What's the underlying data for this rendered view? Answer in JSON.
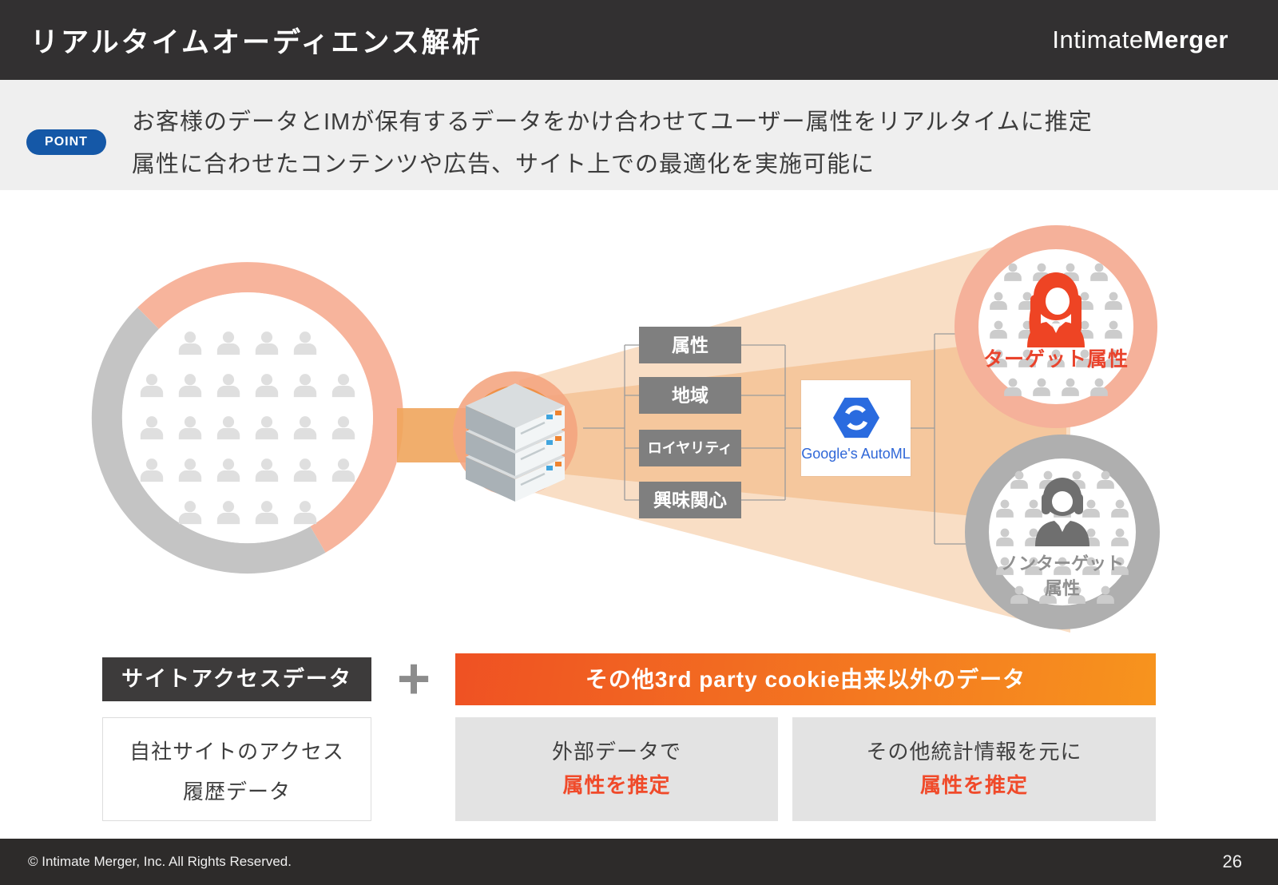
{
  "slide": {
    "title": "リアルタイムオーディエンス解析",
    "logo": {
      "regular": "Intimate",
      "bold": "Merger"
    },
    "point": {
      "badge": "POINT",
      "line1": "お客様のデータとIMが保有するデータをかけ合わせてユーザー属性をリアルタイムに推定",
      "line2": "属性に合わせたコンテンツや広告、サイト上での最適化を実施可能に"
    },
    "diagram": {
      "attribute_boxes": [
        "属性",
        "地域",
        "ロイヤリティ",
        "興味関心"
      ],
      "automl_label": "Google's AutoML",
      "target_label": "ターゲット属性",
      "nontarget_label_line1": "ノンターゲット",
      "nontarget_label_line2": "属性",
      "icons": {
        "audience": "users-circle-icon",
        "server": "server-stack-icon",
        "automl": "automl-hexagon-icon",
        "target": "target-woman-icon",
        "nontarget": "nontarget-woman-icon"
      }
    },
    "bottom": {
      "site_access_label": "サイトアクセスデータ",
      "plus": "+",
      "banner_label": "その他3rd party cookie由来以外のデータ",
      "own_site_line1": "自社サイトのアクセス",
      "own_site_line2": "履歴データ",
      "external_line1": "外部データで",
      "external_line2": "属性を推定",
      "stats_line1": "その他統計情報を元に",
      "stats_line2": "属性を推定"
    },
    "footer": {
      "copyright": "© Intimate Merger, Inc. All Rights Reserved.",
      "page": "26"
    },
    "colors": {
      "header_dark": "#323031",
      "point_blue": "#1558a7",
      "box_gray": "#7f7f7f",
      "dark_box": "#3d3b3b",
      "banner_gradient_start": "#ef5123",
      "banner_gradient_end": "#f7941e",
      "target_red": "#e9432c",
      "estimate_red": "#f04a2a",
      "automl_blue": "#2a6bdf",
      "ring_salmon": "#f7b49c",
      "ring_gray": "#c4c4c4",
      "funnel_orange": "#f3be8c"
    }
  }
}
